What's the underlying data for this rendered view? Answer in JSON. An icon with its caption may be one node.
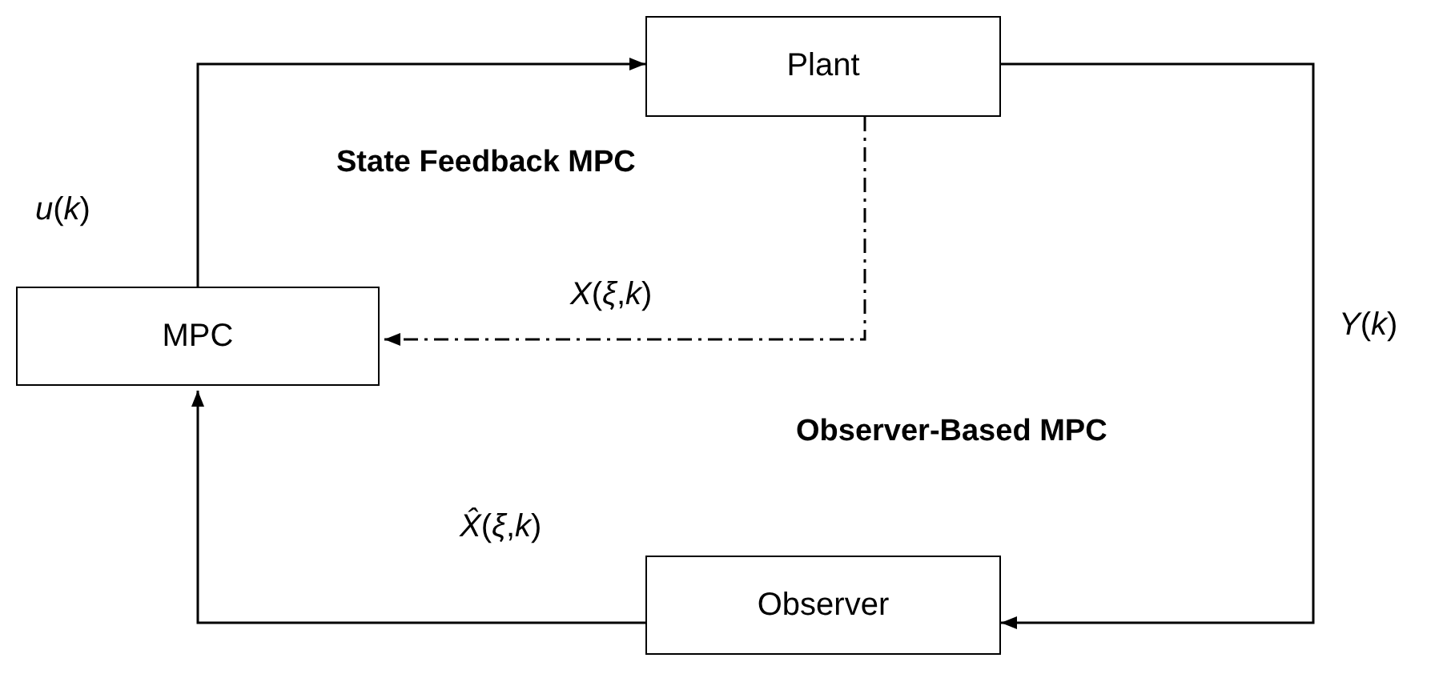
{
  "diagram": {
    "nodes": [
      {
        "text": [
          "Plant"
        ]
      },
      {
        "text": [
          "MPC"
        ]
      },
      {
        "text": [
          "Observer"
        ]
      }
    ],
    "edges": [
      {
        "from": 1,
        "to": 0,
        "arrow": "to",
        "label": "*u*(*k*)"
      },
      {
        "from": 0,
        "to": 1,
        "arrow": "to",
        "label": "*X*(*ξ*,*k*)",
        "style": "dashed"
      },
      {
        "from": 0,
        "to": 2,
        "arrow": "to",
        "label": "*Y*(*k*)"
      },
      {
        "from": 2,
        "to": 1,
        "arrow": "to",
        "label": "*X̂*(*ξ*,*k*)"
      }
    ],
    "labels": [
      "State Feedback MPC",
      "Observer-Based MPC"
    ]
  }
}
